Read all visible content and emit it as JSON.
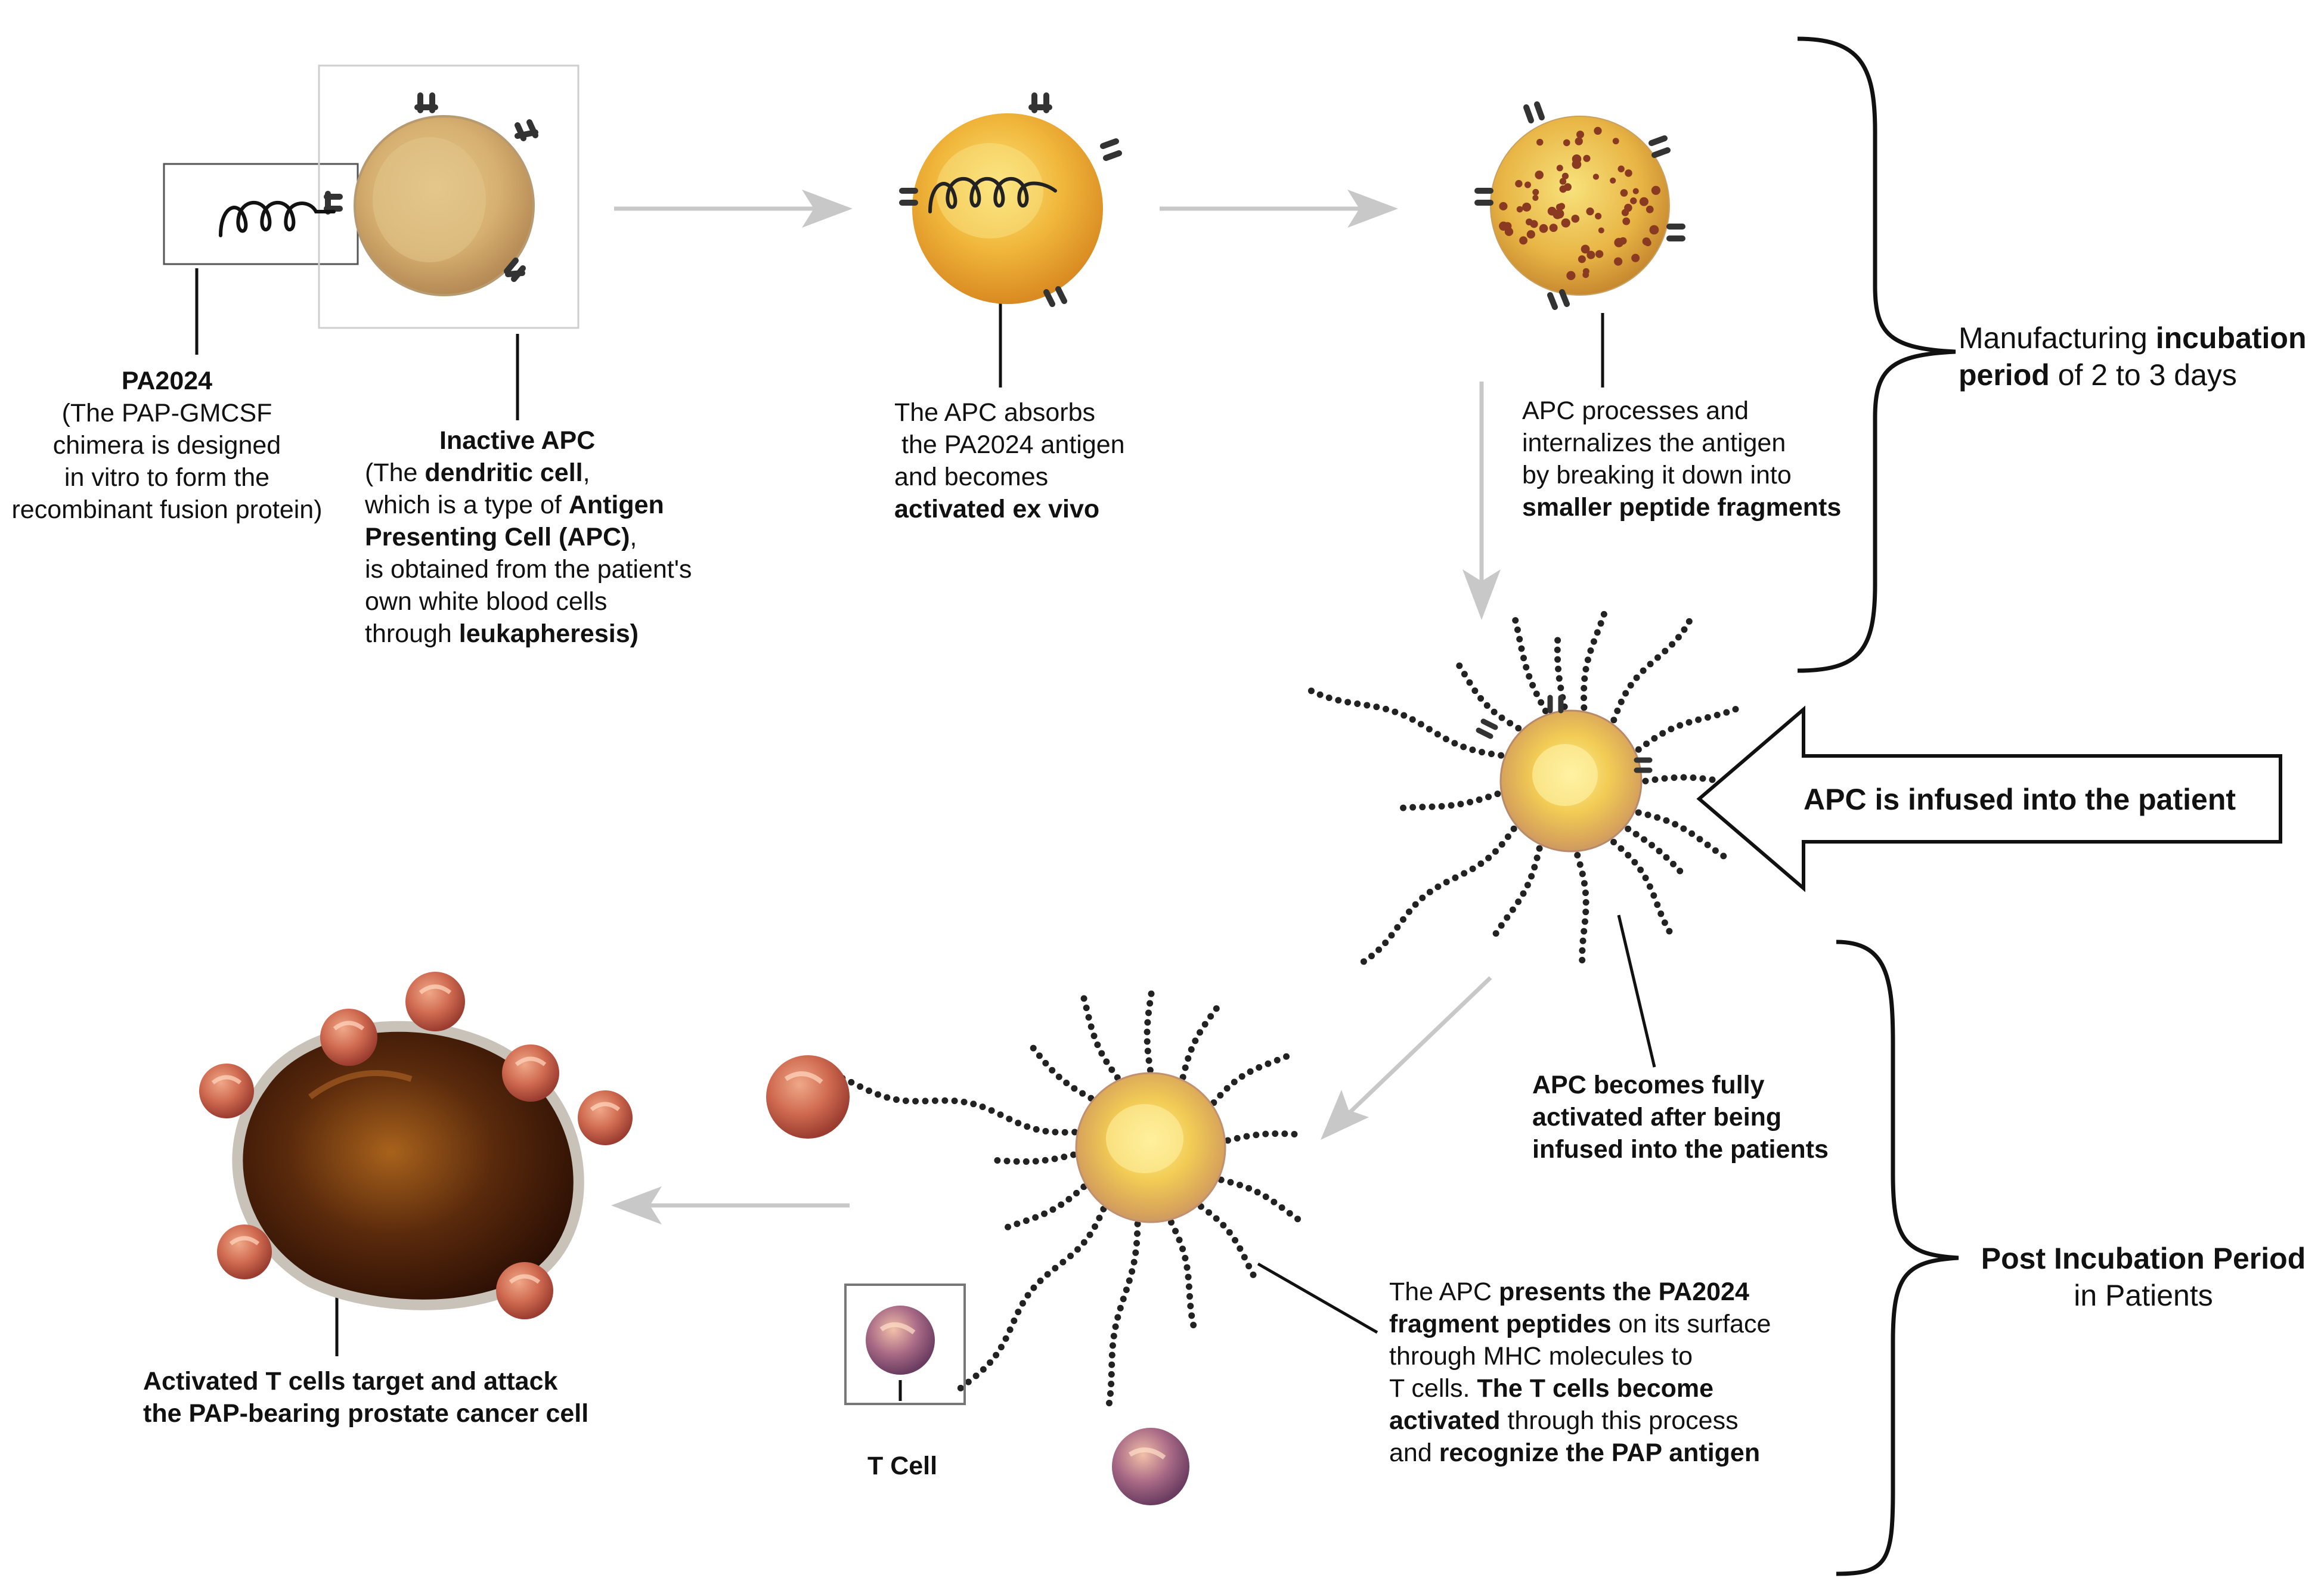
{
  "labels": {
    "pa2024": {
      "title": "PA2024",
      "lines": [
        "(The PAP-GMCSF",
        "chimera is designed",
        "in vitro to form the",
        "recombinant fusion protein)"
      ]
    },
    "inactive_apc": {
      "title": "Inactive APC",
      "line1_a": "(The ",
      "line1_b": "dendritic cell",
      "line1_c": ",",
      "line2_a": "which is a type of ",
      "line2_b": "Antigen",
      "line3_a": "Presenting Cell (APC)",
      "line3_b": ",",
      "line4": "is obtained from the patient's",
      "line5": "own white blood cells",
      "line6_a": "through ",
      "line6_b": "leukapheresis)"
    },
    "absorbs": {
      "line1": "The APC absorbs",
      "line2": "the PA2024 antigen",
      "line3": "and becomes",
      "line4": "activated ex vivo"
    },
    "processes": {
      "line1": "APC processes and",
      "line2": "internalizes the antigen",
      "line3": "by breaking it down into",
      "line4": "smaller peptide fragments"
    },
    "manufacturing": {
      "line1_a": "Manufacturing ",
      "line1_b": "incubation",
      "line2_a": "period",
      "line2_b": " of 2 to 3 days"
    },
    "infused": {
      "text": "APC is infused into the patient"
    },
    "fully_activated": {
      "line1": "APC becomes fully",
      "line2": "activated after being",
      "line3": "infused into the patients"
    },
    "post_incubation": {
      "line1": "Post Incubation Period",
      "line2": "in Patients"
    },
    "presents": {
      "l1_a": "The APC ",
      "l1_b": "presents the PA2024",
      "l2_a": "fragment peptides",
      "l2_b": " on its surface",
      "l3": "through MHC molecules to",
      "l4_a": "T cells. ",
      "l4_b": "The T cells become",
      "l5_a": "activated",
      "l5_b": " through this process",
      "l6_a": "and ",
      "l6_b": "recognize the PAP antigen"
    },
    "t_cell": {
      "text": "T Cell"
    },
    "attack": {
      "line1": "Activated T cells target and attack",
      "line2": "the PAP-bearing prostate cancer cell"
    }
  },
  "colors": {
    "arrow_gray": "#c8c8c8",
    "leader_line": "#111111",
    "apc_yellow": "#f2c64a",
    "apc_orange": "#e89a2a",
    "tcell_red": "#c8604a",
    "cancer_dark": "#3a1608"
  }
}
